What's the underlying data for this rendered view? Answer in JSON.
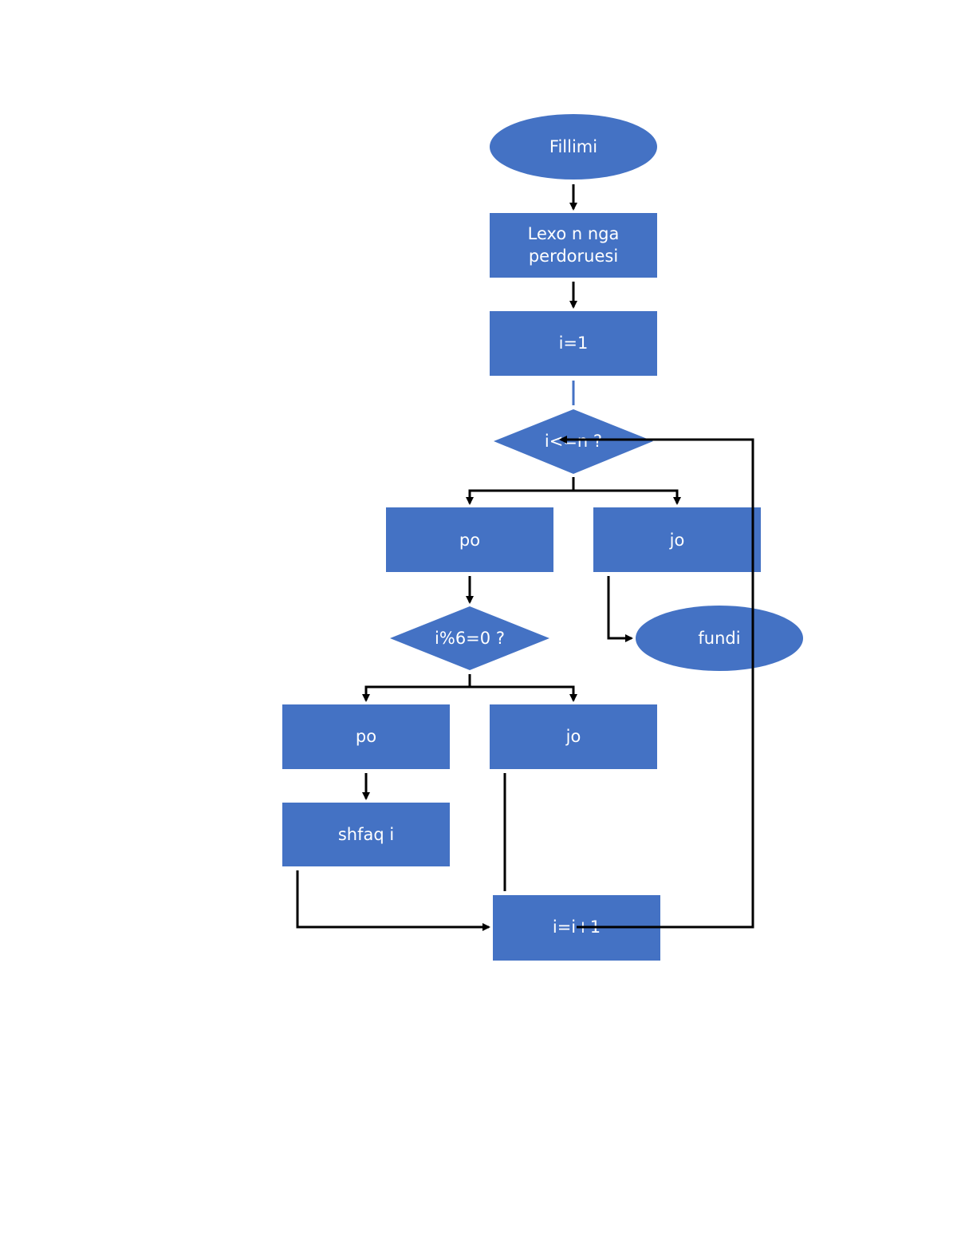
{
  "colors": {
    "node_fill": "#4472c4",
    "label_text": "#ffffff",
    "connector": "#000000",
    "background": "#ffffff"
  },
  "nodes": {
    "start": {
      "shape": "ellipse",
      "label": "Fillimi"
    },
    "read_n": {
      "shape": "rectangle",
      "label_line1": "Lexo n nga",
      "label_line2": "perdoruesi"
    },
    "init_i": {
      "shape": "rectangle",
      "label": "i=1"
    },
    "loop_condition": {
      "shape": "diamond",
      "label": "i<=n ?"
    },
    "loop_yes": {
      "shape": "rectangle",
      "label": "po"
    },
    "loop_no": {
      "shape": "rectangle",
      "label": "jo"
    },
    "end": {
      "shape": "ellipse",
      "label": "fundi"
    },
    "divisible_condition": {
      "shape": "diamond",
      "label": "i%6=0 ?"
    },
    "divisible_yes": {
      "shape": "rectangle",
      "label": "po"
    },
    "divisible_no": {
      "shape": "rectangle",
      "label": "jo"
    },
    "print_i": {
      "shape": "rectangle",
      "label": "shfaq i"
    },
    "increment": {
      "shape": "rectangle",
      "label": "i=i+1"
    }
  },
  "edges": [
    {
      "from": "start",
      "to": "read_n"
    },
    {
      "from": "read_n",
      "to": "init_i"
    },
    {
      "from": "init_i",
      "to": "loop_condition"
    },
    {
      "from": "loop_condition",
      "to": "loop_yes"
    },
    {
      "from": "loop_condition",
      "to": "loop_no"
    },
    {
      "from": "loop_yes",
      "to": "divisible_condition"
    },
    {
      "from": "loop_no",
      "to": "end"
    },
    {
      "from": "divisible_condition",
      "to": "divisible_yes"
    },
    {
      "from": "divisible_condition",
      "to": "divisible_no"
    },
    {
      "from": "divisible_yes",
      "to": "print_i"
    },
    {
      "from": "print_i",
      "to": "increment"
    },
    {
      "from": "divisible_no",
      "to": "increment"
    },
    {
      "from": "increment",
      "to": "loop_condition"
    }
  ]
}
